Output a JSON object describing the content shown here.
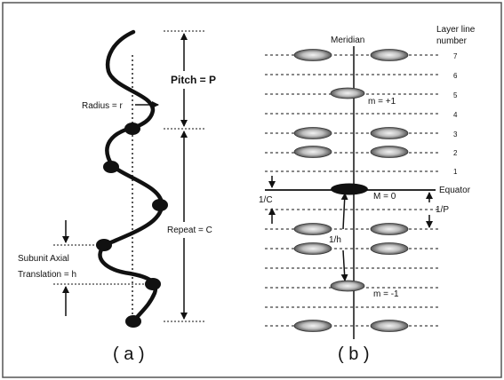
{
  "panel_a": {
    "caption": "( a )",
    "pitch_label": "Pitch = P",
    "radius_label": "Radius = r",
    "repeat_label": "Repeat = C",
    "subunit_line1": "Subunit Axial",
    "subunit_line2": "Translation = h"
  },
  "panel_b": {
    "caption": "( b )",
    "meridian_label": "Meridian",
    "layer_header_line1": "Layer line",
    "layer_header_line2": "number",
    "layer_numbers": [
      "7",
      "6",
      "5",
      "4",
      "3",
      "2",
      "1"
    ],
    "equator_label": "Equator",
    "m_plus_label": "m = +1",
    "m_zero_label": "M = 0",
    "m_minus_label": "m = -1",
    "inv_c_label": "1/C",
    "inv_p_label": "1/P",
    "inv_h_label": "1/h"
  },
  "colors": {
    "frame": "#555555",
    "ink": "#111111",
    "spot_center": "#eeeeee",
    "spot_edge": "#666666"
  }
}
